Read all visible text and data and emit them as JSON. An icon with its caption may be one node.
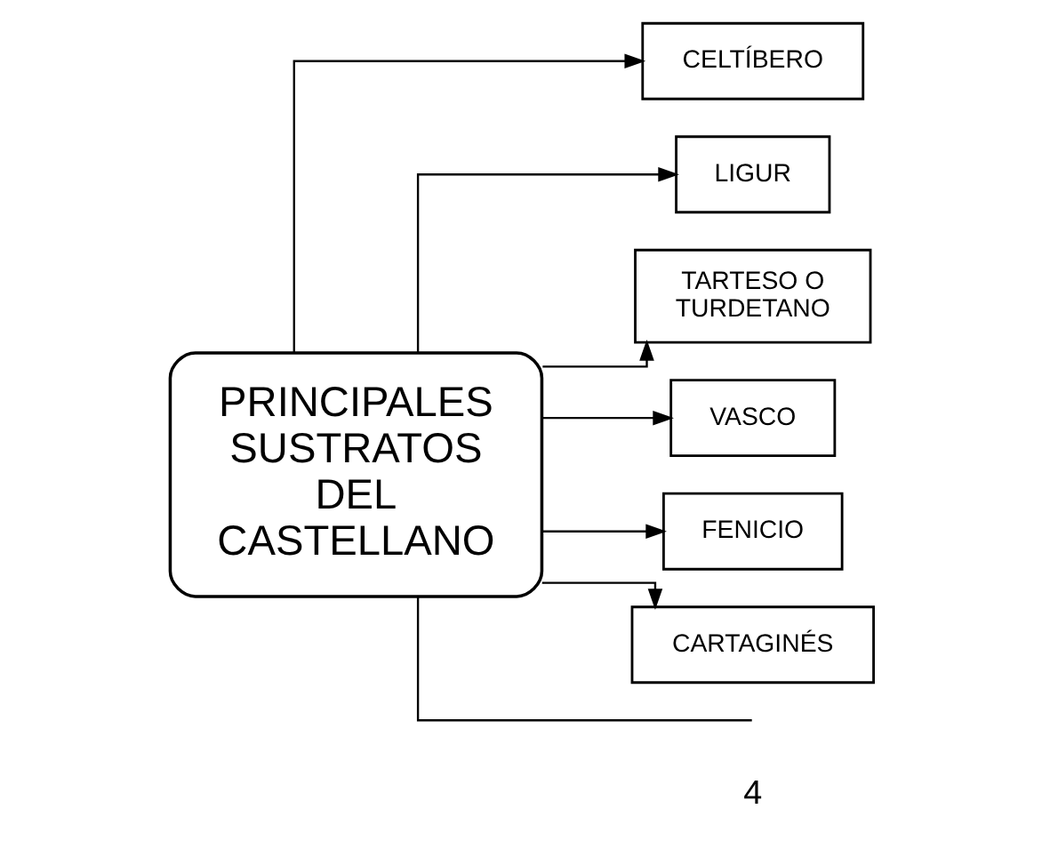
{
  "diagram": {
    "nodes": [
      {
        "text": [
          "PRINCIPALES SUSTRATOS DEL CASTELLANO"
        ]
      },
      {
        "text": [
          "CELTÍBERO"
        ]
      },
      {
        "text": [
          "LIGUR"
        ]
      },
      {
        "text": [
          "TARTESO O TURDETANO"
        ]
      },
      {
        "text": [
          "VASCO"
        ]
      },
      {
        "text": [
          "FENICIO"
        ]
      },
      {
        "text": [
          "CARTAGINÉS"
        ]
      }
    ],
    "edges": [
      {
        "from": 0,
        "to": 1,
        "arrow": "to"
      },
      {
        "from": 0,
        "to": 2,
        "arrow": "to"
      },
      {
        "from": 0,
        "to": 3,
        "arrow": "to"
      },
      {
        "from": 0,
        "to": 4,
        "arrow": "to"
      },
      {
        "from": 0,
        "to": 5,
        "arrow": "to"
      },
      {
        "from": 0,
        "to": 6,
        "arrow": "to"
      },
      {
        "from": 0,
        "to": null,
        "arrow": "none"
      }
    ],
    "labels": [
      "4"
    ]
  }
}
